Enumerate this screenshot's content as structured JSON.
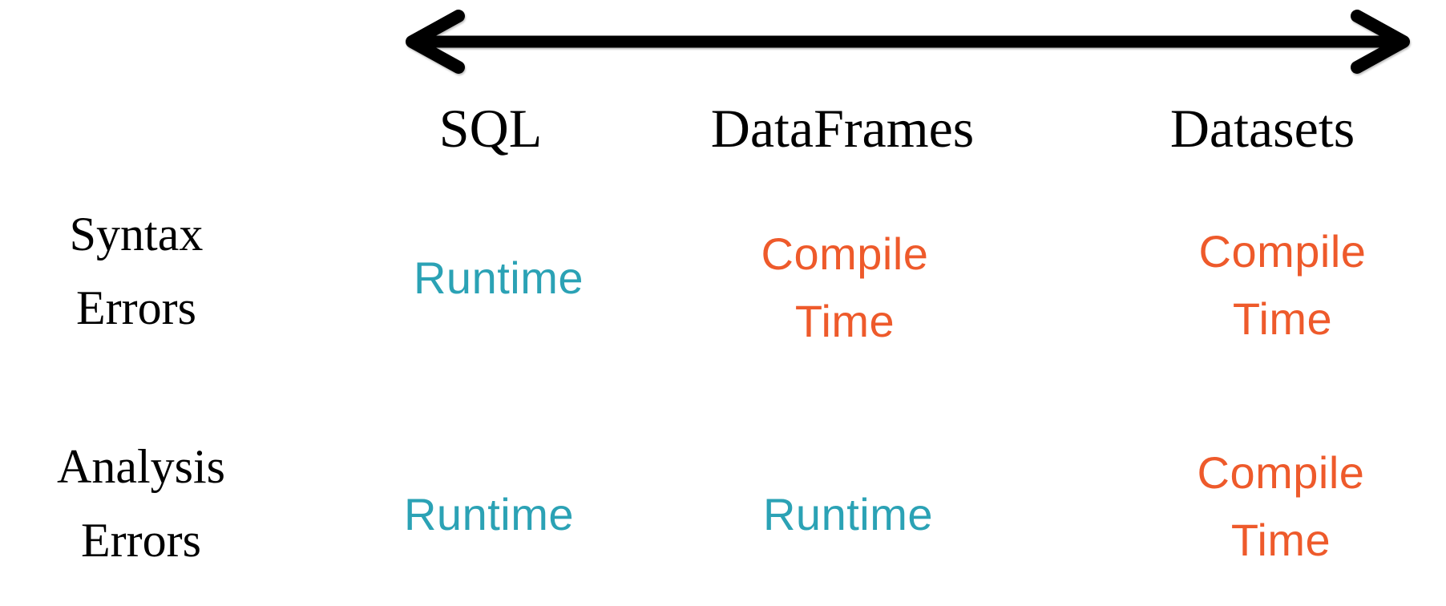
{
  "colors": {
    "runtime": "#2BA2B5",
    "compile_time": "#EE5A2B",
    "heading_text": "#000000",
    "arrow": "#000000"
  },
  "icons": {
    "spectrum_arrow": "double-headed-horizontal-arrow"
  },
  "columns": [
    {
      "label": "SQL"
    },
    {
      "label": "DataFrames"
    },
    {
      "label": "Datasets"
    }
  ],
  "rows": [
    {
      "label": "Syntax\nErrors",
      "cells": [
        {
          "text": "Runtime",
          "timing": "runtime"
        },
        {
          "text": "Compile\nTime",
          "timing": "compile_time"
        },
        {
          "text": "Compile\nTime",
          "timing": "compile_time"
        }
      ]
    },
    {
      "label": "Analysis\nErrors",
      "cells": [
        {
          "text": "Runtime",
          "timing": "runtime"
        },
        {
          "text": "Runtime",
          "timing": "runtime"
        },
        {
          "text": "Compile\nTime",
          "timing": "compile_time"
        }
      ]
    }
  ]
}
